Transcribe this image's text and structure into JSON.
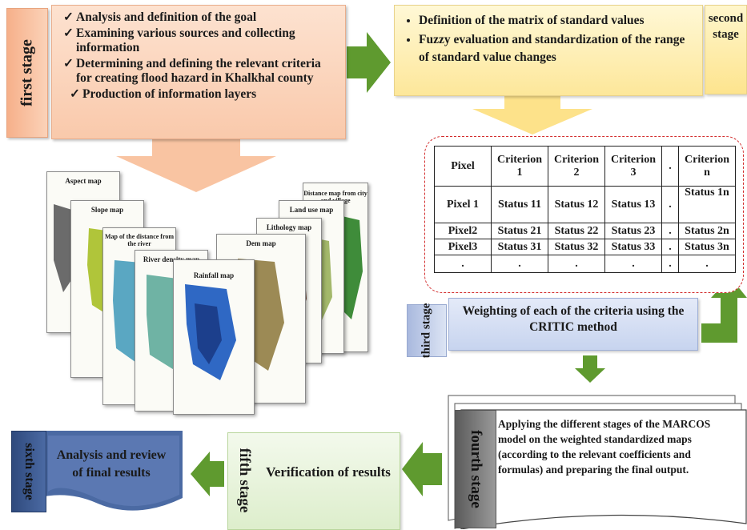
{
  "stage1": {
    "label": "first stage",
    "items": [
      "Analysis and definition of the goal",
      "Examining various sources and collecting information",
      "Determining and defining the relevant criteria for creating flood hazard in Khalkhal county",
      "Production of information layers"
    ]
  },
  "stage2": {
    "label_line1": "second",
    "label_line2": "stage",
    "items": [
      "Definition of the matrix of standard values",
      "Fuzzy evaluation and standardization of the range of standard value changes"
    ]
  },
  "matrix": {
    "headers": [
      "Pixel",
      "Criterion 1",
      "Criterion 2",
      "Criterion 3",
      ".",
      "Criterion n"
    ],
    "rows": [
      [
        "Pixel 1",
        "Status 11",
        "Status 12",
        "Status 13",
        ".",
        "Status 1n"
      ],
      [
        "Pixel2",
        "Status 21",
        "Status 22",
        "Status 23",
        ".",
        "Status 2n"
      ],
      [
        "Pixel3",
        "Status 31",
        "Status 32",
        "Status 33",
        ".",
        "Status 3n"
      ],
      [
        ".",
        ".",
        ".",
        ".",
        ".",
        "."
      ]
    ]
  },
  "stage3": {
    "label": "third stage",
    "text": "Weighting of each of the criteria using the CRITIC method"
  },
  "stage4": {
    "label": "fourth stage",
    "text": "Applying the different stages of the MARCOS model on the weighted standardized maps (according to the relevant coefficients and formulas) and preparing the final output."
  },
  "stage5": {
    "label": "fifth stage",
    "text": "Verification of results"
  },
  "stage6": {
    "label": "sixth stage",
    "text": "Analysis and review of final results"
  },
  "maps": {
    "aspect": "Aspect map",
    "slope": "Slope map",
    "distance_river": "Map of the distance from the river",
    "river_density": "River density map",
    "rainfall": "Rainfall map",
    "dem": "Dem map",
    "lithology": "Lithology map",
    "land_use": "Land use map",
    "distance_city": "Distance map from city and village"
  },
  "colors": {
    "stage1": "#f9c9ab",
    "stage2": "#fde79a",
    "stage3": "#c7d4ef",
    "stage4": "#8c8c8c",
    "stage5": "#ddeecc",
    "stage6": "#4b6aa3",
    "arrow_orange": "#f9c19d",
    "arrow_yellow": "#fde28a",
    "arrow_green": "#5f9a2f",
    "matrix_border": "#d32f2f"
  }
}
